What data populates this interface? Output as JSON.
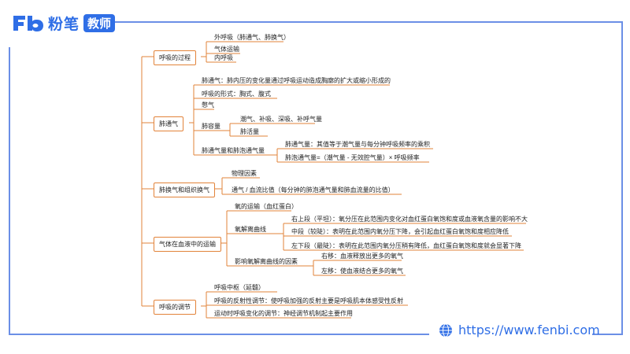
{
  "brand": {
    "name": "粉笔",
    "badge": "教师"
  },
  "footer": {
    "url": "https://www.fenbi.com"
  },
  "mindmap": {
    "b1": {
      "title": "呼吸的过程",
      "items": [
        "外呼吸（肺通气、肺换气）",
        "气体运输",
        "内呼吸"
      ]
    },
    "b2": {
      "title": "肺通气",
      "items": [
        "肺通气：肺内压的变化量通过呼吸运动造成胸廓的扩大或缩小形成的",
        "呼吸的形式：胸式、腹式",
        "憋气",
        "肺容量",
        "肺通气量和肺泡通气量"
      ],
      "lung_volume": [
        "潮气、补吸、深吸、补呼气量",
        "肺活量"
      ],
      "ventilation": [
        "肺通气量：其值等于潮气量与每分钟呼吸频率的乘积",
        "肺泡通气量=（潮气量 - 无效腔气量）× 呼吸频率"
      ]
    },
    "b3": {
      "title": "肺换气和组织换气",
      "items": [
        "物理因素",
        "通气 / 血流比值（每分钟的肺泡通气量和肺血流量的比值）"
      ]
    },
    "b4": {
      "title": "气体在血液中的运输",
      "items": [
        "氧的运输（血红蛋白）",
        "氧解离曲线",
        "影响氧解离曲线的因素"
      ],
      "curve": [
        "右上段（平坦）：氧分压在此范围内变化对血红蛋白氧饱和度或血液氧含量的影响不大",
        "中段（较陡）：表明在此范围内氧分压下降，会引起血红蛋白氧饱和度相应降低",
        "左下段（最陡）：表明在此范围内氧分压稍有降低，血红蛋白氧饱和度就会显著下降"
      ],
      "factors": [
        "右移：血液释放出更多的氧气",
        "左移：使血液结合更多的氧气"
      ]
    },
    "b5": {
      "title": "呼吸的调节",
      "items": [
        "呼吸中枢（延髓）",
        "呼吸的反射性调节：使呼吸加强的反射主要是呼吸肌本体感受性反射",
        "运动时呼吸变化的调节：神经调节机制起主要作用"
      ]
    }
  },
  "colors": {
    "brand": "#2f6ee6",
    "branch": "#e2833a",
    "frame": "#6b8fe6"
  }
}
